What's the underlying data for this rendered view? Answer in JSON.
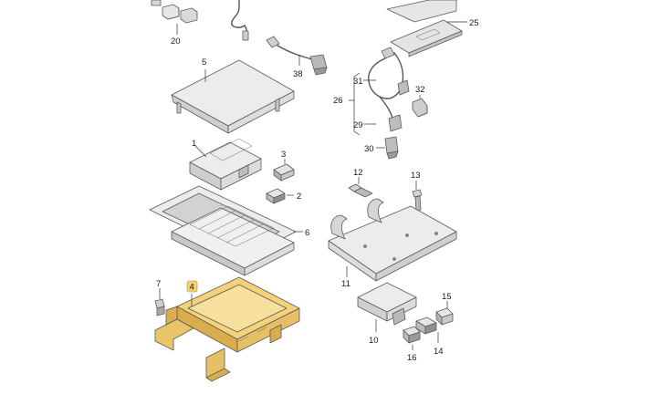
{
  "diagram": {
    "colors": {
      "part_light": "#f0f0f0",
      "part_mid": "#d7d7d7",
      "part_dark": "#b4b4b4",
      "highlight": "#f4d27a",
      "highlight_dark": "#d9ad4d",
      "badge": "#f4d27a"
    },
    "callouts": {
      "c1": "1",
      "c2": "2",
      "c3": "3",
      "c4": "4",
      "c5": "5",
      "c6": "6",
      "c7": "7",
      "c10": "10",
      "c11": "11",
      "c12": "12",
      "c13": "13",
      "c14": "14",
      "c15": "15",
      "c16": "16",
      "c20": "20",
      "c25": "25",
      "c26": "26",
      "c29": "29",
      "c30": "30",
      "c31": "31",
      "c32": "32",
      "c38": "38"
    },
    "highlighted_part": "4"
  }
}
